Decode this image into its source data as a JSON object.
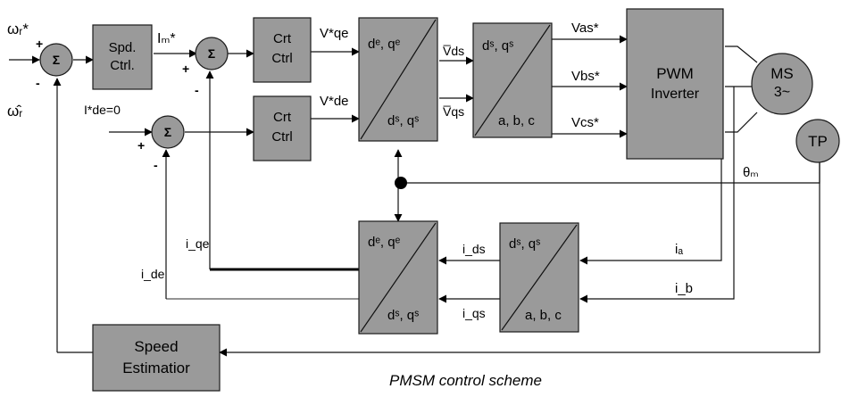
{
  "blocks": {
    "speed_ctrl": [
      "Spd.",
      "Ctrl."
    ],
    "crt_ctrl_q": [
      "Crt",
      "Ctrl"
    ],
    "crt_ctrl_d": [
      "Crt",
      "Ctrl"
    ],
    "park_inv_top": "dᵉ, qᵉ",
    "park_inv_bottom": "dˢ, qˢ",
    "clarke_inv_top": "dˢ, qˢ",
    "clarke_inv_bottom": "a, b, c",
    "pwm": [
      "PWM",
      "Inverter"
    ],
    "motor": [
      "MS",
      "3~"
    ],
    "tp": "TP",
    "park_top": "dᵉ, qᵉ",
    "park_bottom": "dˢ, qˢ",
    "clarke_top": "dˢ, qˢ",
    "clarke_bottom": "a, b, c",
    "speed_est": [
      "Speed",
      "Estimatior"
    ]
  },
  "sum_symbol": "Σ",
  "signals": {
    "omega_ref": "ωᵣ*",
    "omega_est": "ω̂ᵣ",
    "im_ref": "Iₘ*",
    "ide_ref": "I*de=0",
    "vqe_ref": "V*qe",
    "vde_ref": "V*de",
    "vds": "V̅ds",
    "vqs": "V̅qs",
    "vas": "Vas*",
    "vbs": "Vbs*",
    "vcs": "Vcs*",
    "theta": "θₘ",
    "ia": "iₐ",
    "ib": "i_b",
    "ids": "i_ds",
    "iqs": "i_qs",
    "iqe": "i_qe",
    "ide": "i_de"
  },
  "signs": {
    "plus": "+",
    "minus": "-"
  },
  "caption": "PMSM control scheme"
}
